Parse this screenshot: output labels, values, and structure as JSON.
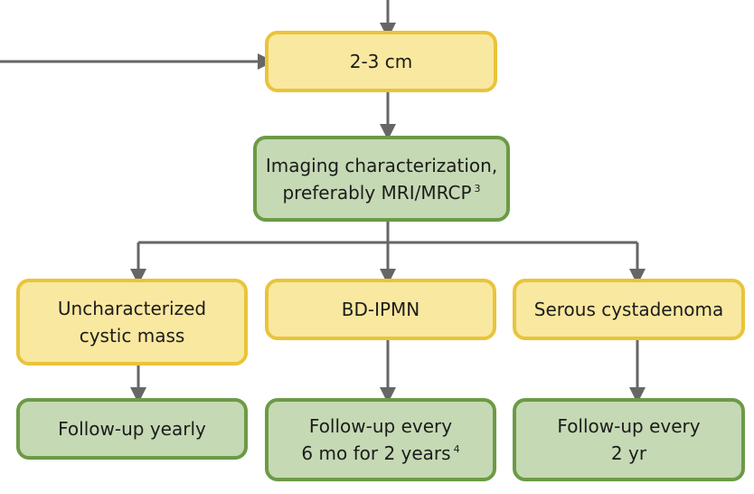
{
  "colors": {
    "yellow_fill": "#f9e8a0",
    "yellow_border": "#e9c43a",
    "green_fill": "#c5d9b4",
    "green_border": "#6c9a46",
    "arrow": "#666666"
  },
  "nodes": {
    "size_range": {
      "line1": "2-3 cm"
    },
    "imaging": {
      "line1": "Imaging characterization,",
      "line2": "preferably MRI/MRCP",
      "footnote": "3"
    },
    "uncharacterized": {
      "line1": "Uncharacterized",
      "line2": "cystic mass"
    },
    "bd_ipmn": {
      "line1": "BD-IPMN"
    },
    "serous": {
      "line1": "Serous cystadenoma"
    },
    "followup_yearly": {
      "line1": "Follow-up yearly"
    },
    "followup_6mo": {
      "line1": "Follow-up every",
      "line2": "6 mo for 2 years",
      "footnote": "4"
    },
    "followup_2yr": {
      "line1": "Follow-up every",
      "line2": "2 yr"
    }
  }
}
